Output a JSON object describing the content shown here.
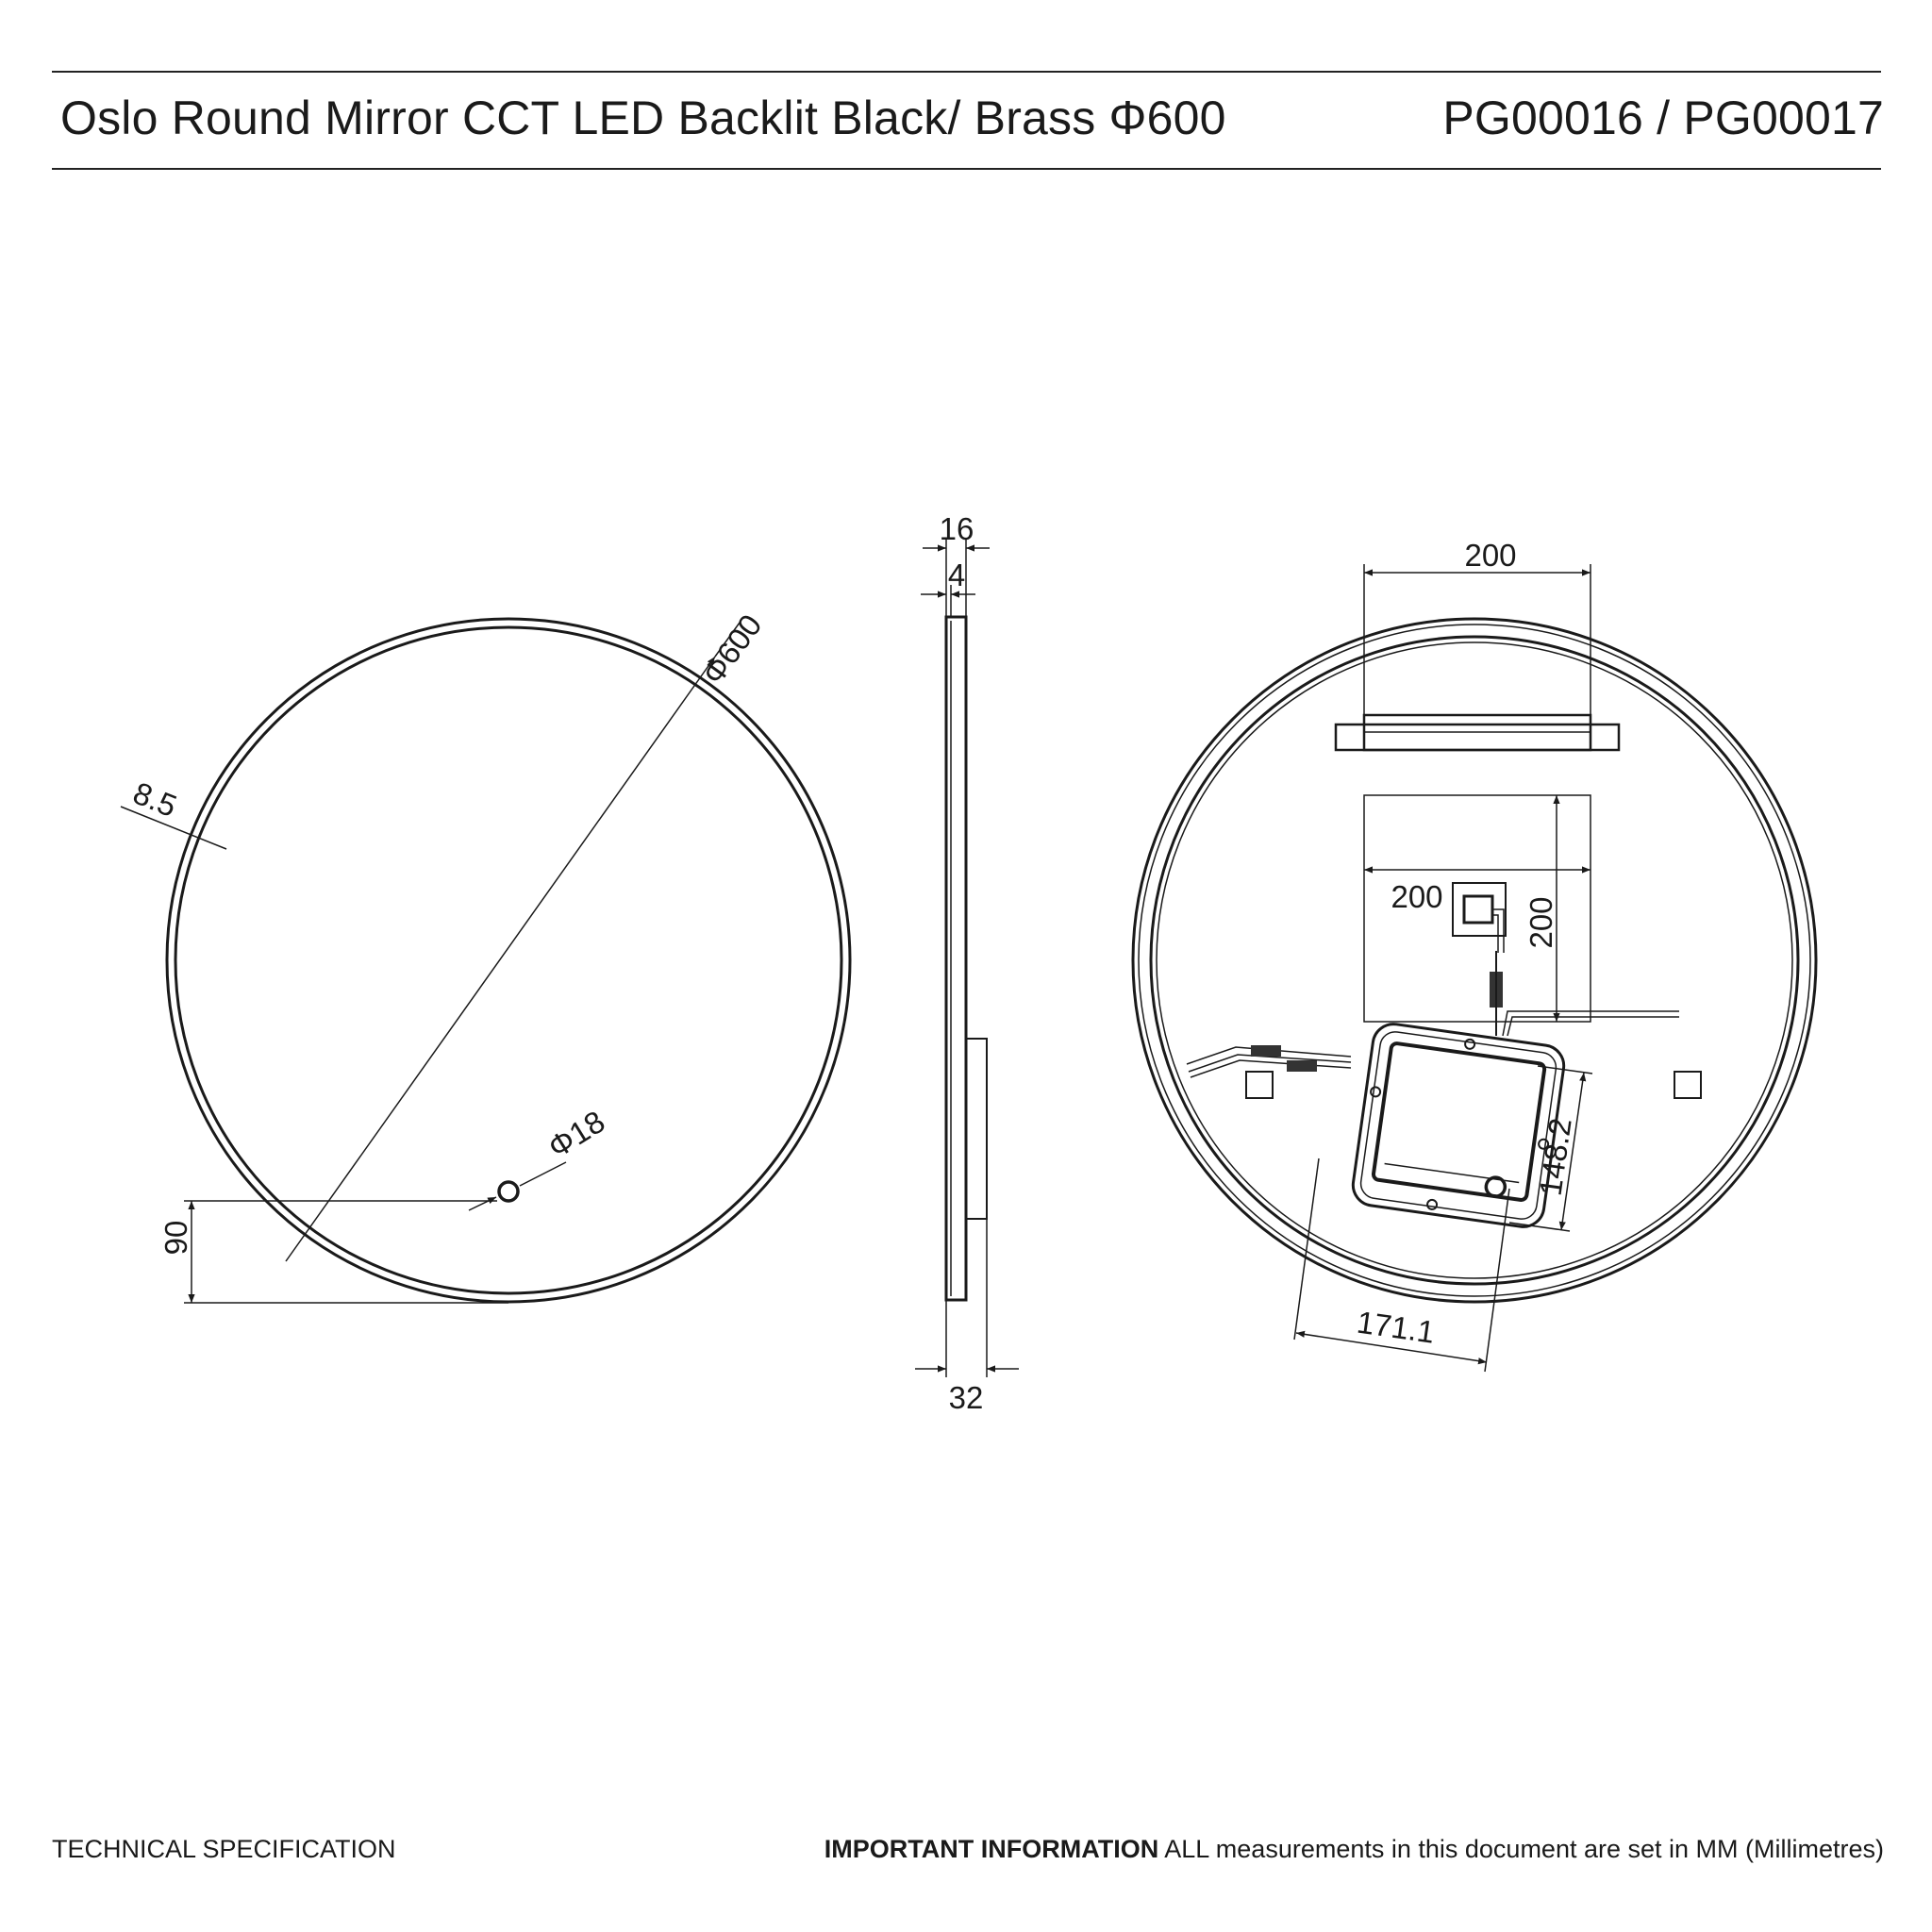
{
  "header": {
    "title": "Oslo Round Mirror CCT LED Backlit Black/ Brass Φ600",
    "product_codes": "PG00016 / PG00017"
  },
  "footer": {
    "left_label": "TECHNICAL SPECIFICATION",
    "info_label": "IMPORTANT INFORMATION",
    "info_text": "ALL measurements in this document are set in MM (Millimetres)"
  },
  "front_view": {
    "diameter_label": "Φ600",
    "frame_width_label": "8.5",
    "hole_diameter_label": "Φ18",
    "hole_offset_label": "90"
  },
  "side_view": {
    "overall_top_label": "16",
    "glass_label": "4",
    "depth_label": "32"
  },
  "back_view": {
    "bracket_width_label": "200",
    "pad_width_label": "200",
    "pad_height_label": "200",
    "driver_height_label": "148.2",
    "driver_width_label": "171.1"
  }
}
